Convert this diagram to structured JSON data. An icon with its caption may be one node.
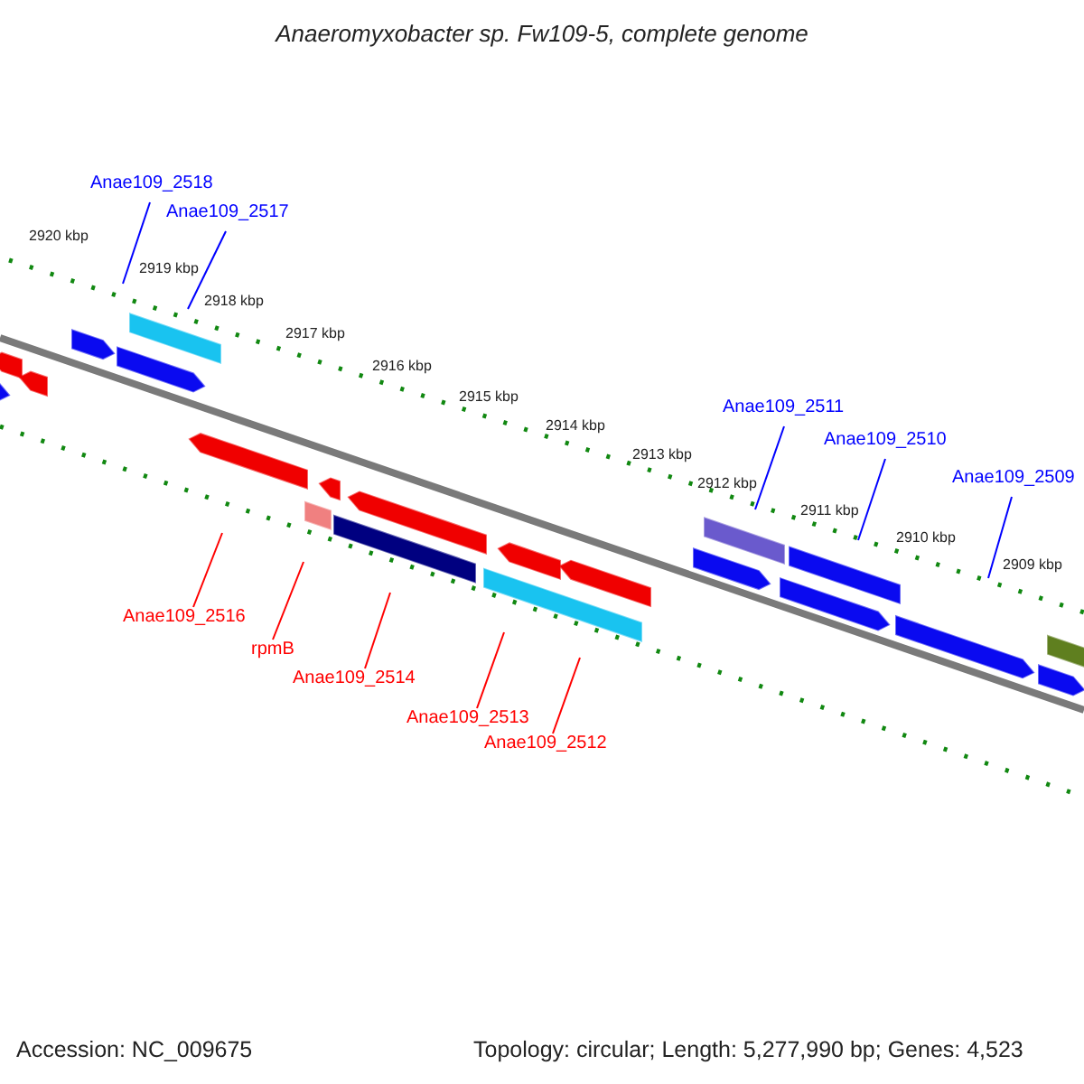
{
  "diagram": {
    "title": "Anaeromyxobacter sp. Fw109-5, complete genome",
    "nodes": [
      {
        "text": [
          "Anae109_2518"
        ]
      },
      {
        "text": [
          "Anae109_2517"
        ]
      },
      {
        "text": [
          "Anae109_2511"
        ]
      },
      {
        "text": [
          "Anae109_2510"
        ]
      },
      {
        "text": [
          "Anae109_2509"
        ]
      },
      {
        "text": [
          "Anae109_2516"
        ]
      },
      {
        "text": [
          "rpmB"
        ]
      },
      {
        "text": [
          "Anae109_2514"
        ]
      },
      {
        "text": [
          "Anae109_2513"
        ]
      },
      {
        "text": [
          "Anae109_2512"
        ]
      }
    ],
    "edges": [
      {
        "from": 0,
        "to": null,
        "arrow": "none",
        "color": "#0000ff"
      },
      {
        "from": 1,
        "to": null,
        "arrow": "none",
        "color": "#0000ff"
      },
      {
        "from": 2,
        "to": null,
        "arrow": "none",
        "color": "#0000ff"
      },
      {
        "from": 3,
        "to": null,
        "arrow": "none",
        "color": "#0000ff"
      },
      {
        "from": 4,
        "to": null,
        "arrow": "none",
        "color": "#0000ff"
      },
      {
        "from": 5,
        "to": null,
        "arrow": "none",
        "color": "#ff0000"
      },
      {
        "from": 6,
        "to": null,
        "arrow": "none",
        "color": "#ff0000"
      },
      {
        "from": 7,
        "to": null,
        "arrow": "none",
        "color": "#ff0000"
      },
      {
        "from": 8,
        "to": null,
        "arrow": "none",
        "color": "#ff0000"
      },
      {
        "from": 9,
        "to": null,
        "arrow": "none",
        "color": "#ff0000"
      }
    ],
    "labels": [
      "2920 kbp",
      "2919 kbp",
      "2918 kbp",
      "2917 kbp",
      "2916 kbp",
      "2915 kbp",
      "2914 kbp",
      "2913 kbp",
      "2912 kbp",
      "2911 kbp",
      "2910 kbp",
      "2909 kbp",
      "Accession: NC_009675",
      "Topology: circular; Length: 5,277,990 bp; Genes: 4,523"
    ]
  }
}
